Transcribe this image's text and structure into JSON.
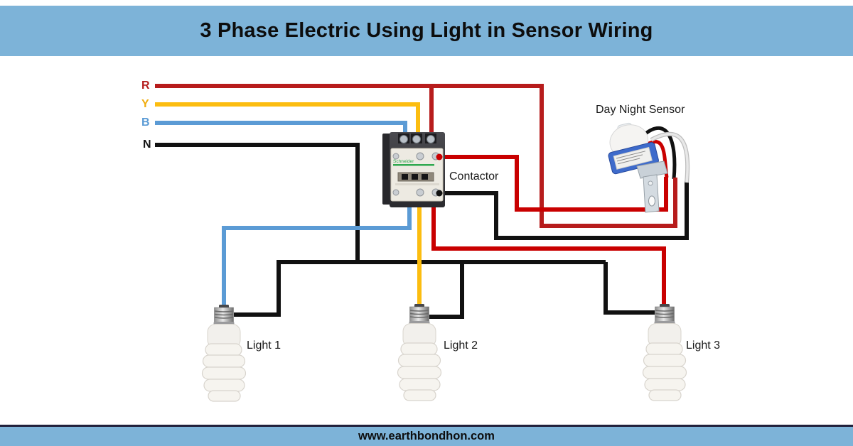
{
  "header": {
    "title": "3 Phase Electric Using Light in Sensor Wiring"
  },
  "footer": {
    "website": "www.earthbondhon.com"
  },
  "phases": {
    "r": "R",
    "y": "Y",
    "b": "B",
    "n": "N"
  },
  "labels": {
    "contactor": "Contactor",
    "sensor": "Day Night Sensor",
    "light1": "Light 1",
    "light2": "Light 2",
    "light3": "Light 3"
  },
  "contactor_brand": "Schneider",
  "colors": {
    "banner_blue": "#7db3d8",
    "footer_rule": "#20203a",
    "title_text": "#0d0d0d",
    "r_line": "#b71c1c",
    "red_wire": "#c90000",
    "yellow_wire": "#fcbd10",
    "blue_wire": "#5b9bd5",
    "black_wire": "#111111",
    "white_wire": "#e8e8e8",
    "white_wire_edge": "#bdbdbd",
    "green_accent": "#2fa84f",
    "sensor_body_blue": "#3e6bcb",
    "label_r": "#b51d1d",
    "label_y": "#f0ac0e",
    "label_b": "#5b9bd5",
    "label_n": "#141414"
  }
}
